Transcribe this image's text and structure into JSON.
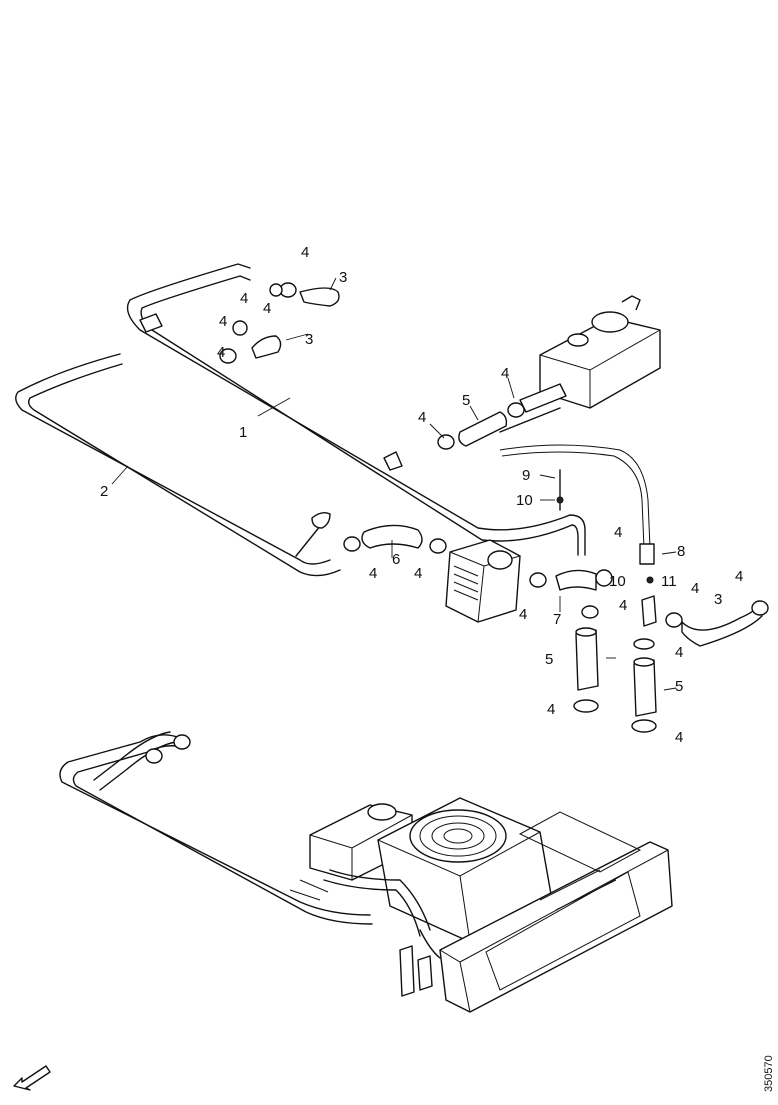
{
  "document_id": "350570",
  "callouts": [
    {
      "id": "c1",
      "text": "1"
    },
    {
      "id": "c2",
      "text": "2"
    },
    {
      "id": "c3a",
      "text": "3"
    },
    {
      "id": "c3b",
      "text": "3"
    },
    {
      "id": "c3c",
      "text": "3"
    },
    {
      "id": "c4a",
      "text": "4"
    },
    {
      "id": "c4b",
      "text": "4"
    },
    {
      "id": "c4c",
      "text": "4"
    },
    {
      "id": "c4d",
      "text": "4"
    },
    {
      "id": "c4e",
      "text": "4"
    },
    {
      "id": "c4f",
      "text": "4"
    },
    {
      "id": "c4g",
      "text": "4"
    },
    {
      "id": "c4h",
      "text": "4"
    },
    {
      "id": "c4i",
      "text": "4"
    },
    {
      "id": "c4j",
      "text": "4"
    },
    {
      "id": "c4k",
      "text": "4"
    },
    {
      "id": "c4l",
      "text": "4"
    },
    {
      "id": "c4m",
      "text": "4"
    },
    {
      "id": "c4n",
      "text": "4"
    },
    {
      "id": "c4o",
      "text": "4"
    },
    {
      "id": "c4p",
      "text": "4"
    },
    {
      "id": "c4q",
      "text": "4"
    },
    {
      "id": "c5a",
      "text": "5"
    },
    {
      "id": "c5b",
      "text": "5"
    },
    {
      "id": "c5c",
      "text": "5"
    },
    {
      "id": "c6",
      "text": "6"
    },
    {
      "id": "c7",
      "text": "7"
    },
    {
      "id": "c8",
      "text": "8"
    },
    {
      "id": "c9",
      "text": "9"
    },
    {
      "id": "c10a",
      "text": "10"
    },
    {
      "id": "c10b",
      "text": "10"
    },
    {
      "id": "c11",
      "text": "11"
    }
  ]
}
